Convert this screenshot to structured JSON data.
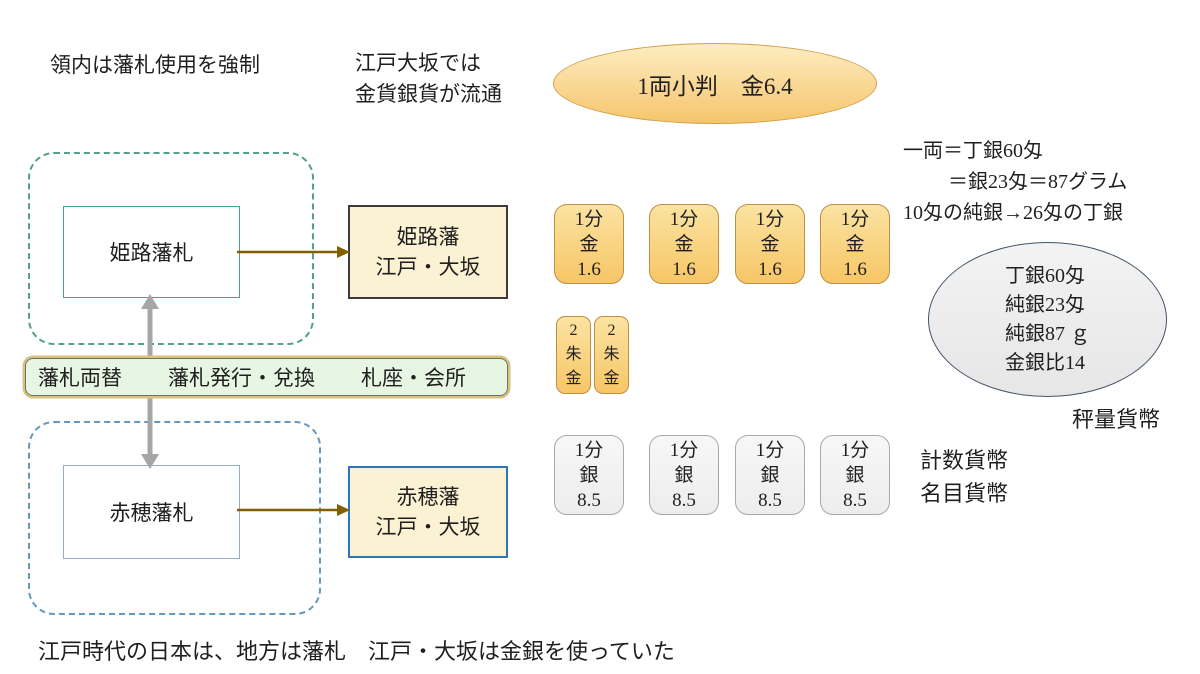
{
  "notes": {
    "domain_note": "領内は藩札使用を強制",
    "edo_note_line1": "江戸大坂では",
    "edo_note_line2": "金貨銀貨が流通",
    "ryo_lines": [
      "一両＝丁銀60匁",
      "＝銀23匁＝87グラム",
      "10匁の純銀→26匁の丁銀"
    ],
    "weighed_label": "秤量貨幣",
    "counted_line1": "計数貨幣",
    "counted_line2": "名目貨幣",
    "bottom_caption": "江戸時代の日本は、地方は藩札　江戸・大坂は金銀を使っていた"
  },
  "koban_ellipse": {
    "text": "1両小判　金6.4"
  },
  "silver_ellipse": {
    "lines": [
      "丁銀60匁",
      "純銀23匁",
      "純銀87 ｇ",
      "金銀比14"
    ]
  },
  "himeji": {
    "satsu": "姫路藩札",
    "han_line1": "姫路藩",
    "han_line2": "江戸・大坂"
  },
  "ako": {
    "satsu": "赤穂藩札",
    "han_line1": "赤穂藩",
    "han_line2": "江戸・大坂"
  },
  "exchange_bar": {
    "items": [
      "藩札両替",
      "藩札発行・兌換",
      "札座・会所"
    ]
  },
  "coins": {
    "gold_bu": {
      "line1": "1分",
      "line2": "金",
      "line3": "1.6",
      "count": 4
    },
    "gold_shu": {
      "line1": "2",
      "line2": "朱",
      "line3": "金",
      "count": 2
    },
    "silver_bu": {
      "line1": "1分",
      "line2": "銀",
      "line3": "8.5",
      "count": 4
    }
  },
  "colors": {
    "gold_fill": "#f7c666",
    "gold_border": "#be8f44",
    "silver_fill": "#ededed",
    "silver_border": "#a9a9a9",
    "cream_fill": "#fbf1d3",
    "teal_dash": "#53a08e",
    "blue_dash": "#6598be",
    "olive_arrow": "#806000",
    "gray_arrow": "#a6a6a6",
    "green_bar_fill": "#e7f6e3",
    "bar_outer_border": "#d9c17e"
  }
}
